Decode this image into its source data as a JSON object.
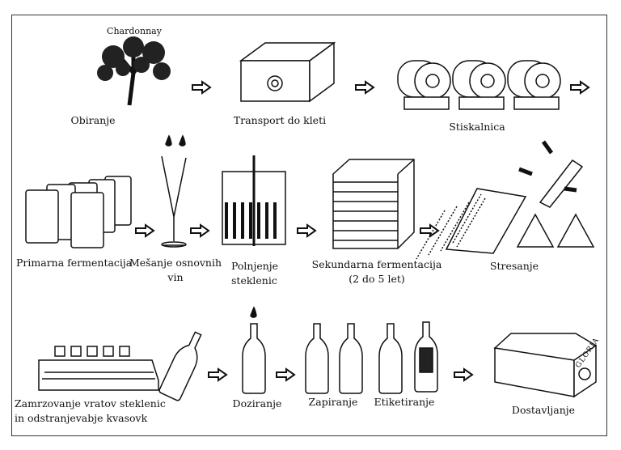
{
  "row1": {
    "variety": "Chardonnay",
    "steps": [
      "Obiranje",
      "Transport do kleti",
      "Stiskalnica"
    ]
  },
  "row2": {
    "steps": [
      {
        "line1": "Primarna fermentacija"
      },
      {
        "line1": "Mešanje osnovnih",
        "line2": "vin"
      },
      {
        "line1": "Polnjenje",
        "line2": "steklenic"
      },
      {
        "line1": "Sekundarna fermentacija",
        "line2": "(2 do 5 let)"
      },
      {
        "line1": "Stresanje"
      }
    ]
  },
  "row3": {
    "steps": [
      {
        "line1": "Zamrzovanje vratov steklenic",
        "line2": "in odstranjevabje kvasovk"
      },
      {
        "line1": "Doziranje"
      },
      {
        "line1": "Zapiranje"
      },
      {
        "line1": "Etiketiranje"
      },
      {
        "line1": "Dostavljanje"
      }
    ]
  },
  "box_brand": "GLORIA"
}
